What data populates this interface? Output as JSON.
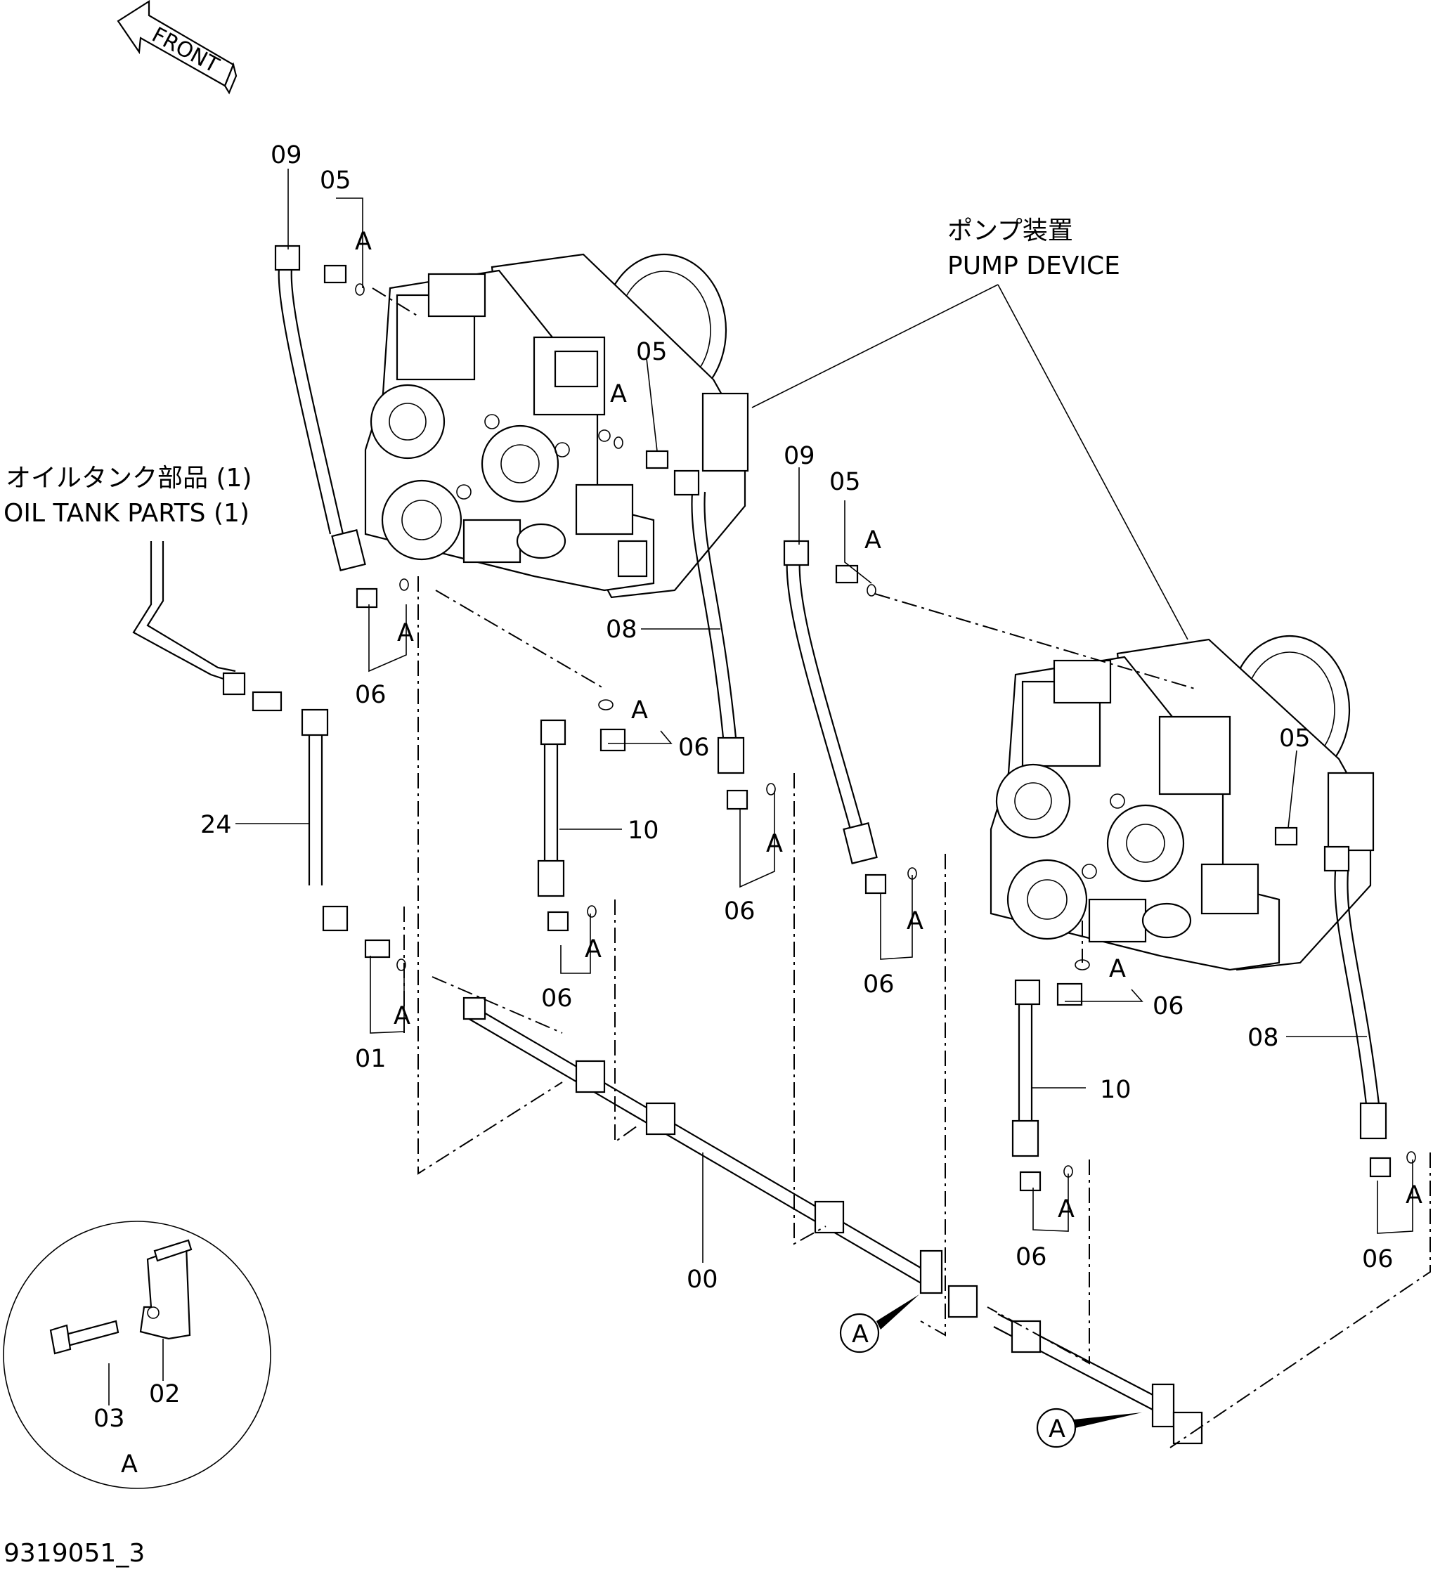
{
  "front_arrow": {
    "label": "FRONT"
  },
  "assemblies": {
    "pump_device": {
      "jp": "ポンプ装置",
      "en": "PUMP DEVICE"
    },
    "oil_tank_parts": {
      "jp": "オイルタンク部品 (1)",
      "en": "OIL TANK PARTS (1)"
    }
  },
  "part_numbers": {
    "p00": "00",
    "p01": "01",
    "p02": "02",
    "p03": "03",
    "p05": "05",
    "p06": "06",
    "p08": "08",
    "p09": "09",
    "p10": "10",
    "p24": "24"
  },
  "ref_marker": "A",
  "detail_view": {
    "label": "A"
  },
  "drawing_number": "9319051_3"
}
